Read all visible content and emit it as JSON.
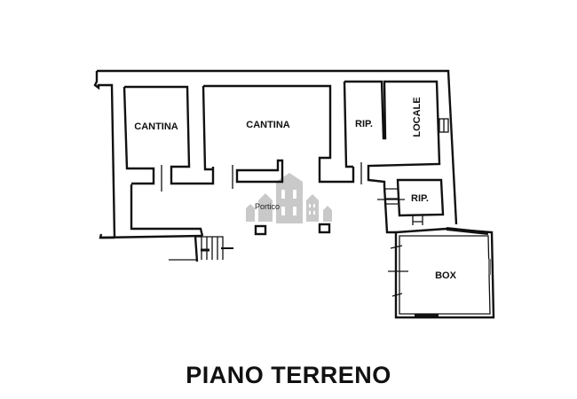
{
  "plan": {
    "title": "PIANO TERRENO",
    "rooms": [
      {
        "id": "cantina-1",
        "label": "CANTINA"
      },
      {
        "id": "cantina-2",
        "label": "CANTINA"
      },
      {
        "id": "rip-1",
        "label": "RIP."
      },
      {
        "id": "locale",
        "label": "LOCALE"
      },
      {
        "id": "rip-2",
        "label": "RIP."
      },
      {
        "id": "box",
        "label": "BOX"
      },
      {
        "id": "portico",
        "label": "Portico"
      }
    ],
    "colors": {
      "wall": "#111111",
      "background": "#ffffff",
      "watermark": "#c9c9c9"
    }
  }
}
